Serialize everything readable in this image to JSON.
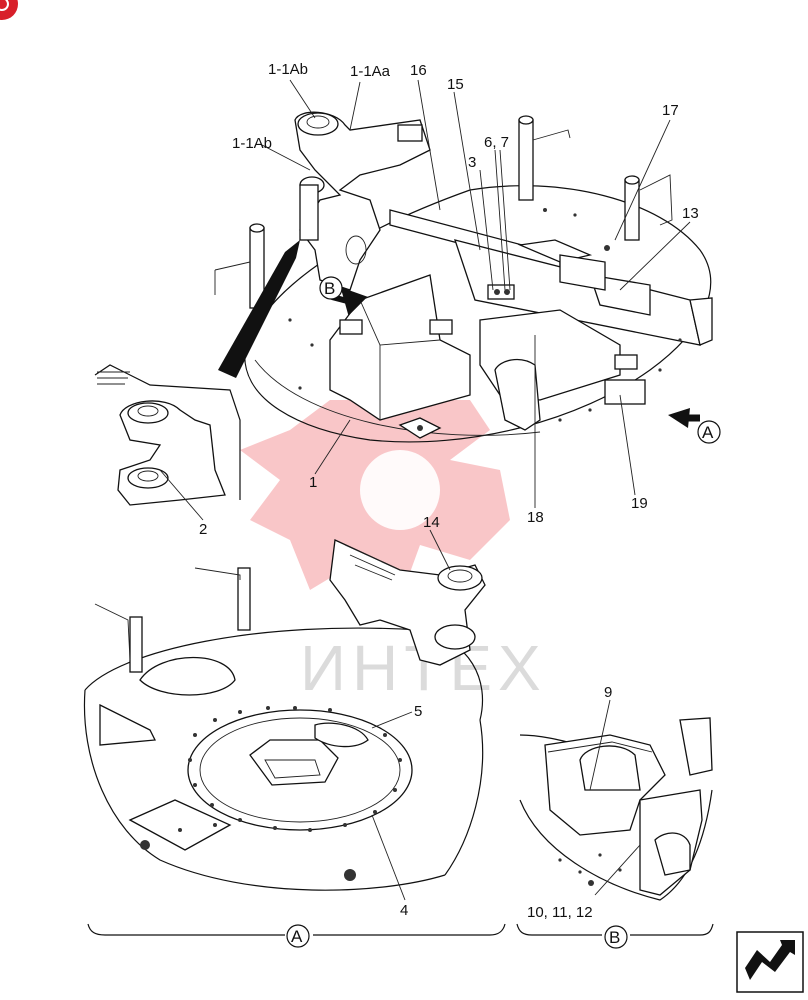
{
  "callouts": {
    "c_1_1ab_top": "1-1Ab",
    "c_1_1aa": "1-1Aa",
    "c_16": "16",
    "c_15": "15",
    "c_6_7": "6, 7",
    "c_3": "3",
    "c_1_1ab_left": "1-1Ab",
    "c_17": "17",
    "c_13": "13",
    "c_1": "1",
    "c_2": "2",
    "c_18": "18",
    "c_19": "19",
    "c_14": "14",
    "c_5": "5",
    "c_4": "4",
    "c_9": "9",
    "c_10_11_12": "10, 11, 12"
  },
  "view_markers": {
    "a_arrow": "A",
    "b_arrow": "B",
    "a_section": "A",
    "b_section": "B"
  },
  "watermark": {
    "text": "ИНТЕХ",
    "color": "#e8343b"
  },
  "icons": {
    "corner_badge": "badge-icon",
    "nav": "return-arrow-icon"
  }
}
